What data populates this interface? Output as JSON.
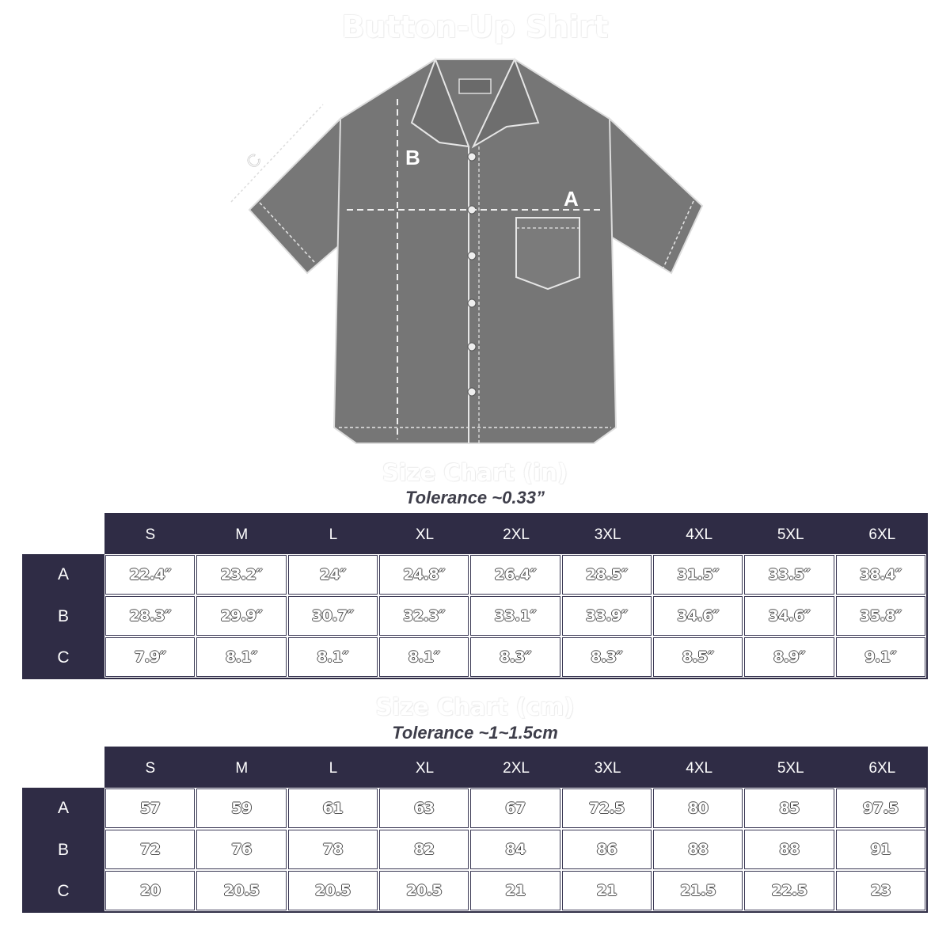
{
  "title": "Button-Up Shirt",
  "diagram": {
    "label_a": "A",
    "label_b": "B",
    "label_c": "C"
  },
  "colors": {
    "header_bg": "#2f2c45",
    "shirt_fill": "#7a7a7a",
    "stitch": "#e8e8e8"
  },
  "size_chart_in": {
    "title": "Size Chart (in)",
    "tolerance": "Tolerance ~0.33”",
    "sizes": [
      "S",
      "M",
      "L",
      "XL",
      "2XL",
      "3XL",
      "4XL",
      "5XL",
      "6XL"
    ],
    "rows": [
      {
        "label": "A",
        "values": [
          "22.4″",
          "23.2″",
          "24″",
          "24.8″",
          "26.4″",
          "28.5″",
          "31.5″",
          "33.5″",
          "38.4″"
        ]
      },
      {
        "label": "B",
        "values": [
          "28.3″",
          "29.9″",
          "30.7″",
          "32.3″",
          "33.1″",
          "33.9″",
          "34.6″",
          "34.6″",
          "35.8″"
        ]
      },
      {
        "label": "C",
        "values": [
          "7.9″",
          "8.1″",
          "8.1″",
          "8.1″",
          "8.3″",
          "8.3″",
          "8.5″",
          "8.9″",
          "9.1″"
        ]
      }
    ]
  },
  "size_chart_cm": {
    "title": "Size Chart (cm)",
    "tolerance": "Tolerance ~1~1.5cm",
    "sizes": [
      "S",
      "M",
      "L",
      "XL",
      "2XL",
      "3XL",
      "4XL",
      "5XL",
      "6XL"
    ],
    "rows": [
      {
        "label": "A",
        "values": [
          "57",
          "59",
          "61",
          "63",
          "67",
          "72.5",
          "80",
          "85",
          "97.5"
        ]
      },
      {
        "label": "B",
        "values": [
          "72",
          "76",
          "78",
          "82",
          "84",
          "86",
          "88",
          "88",
          "91"
        ]
      },
      {
        "label": "C",
        "values": [
          "20",
          "20.5",
          "20.5",
          "20.5",
          "21",
          "21",
          "21.5",
          "22.5",
          "23"
        ]
      }
    ]
  }
}
